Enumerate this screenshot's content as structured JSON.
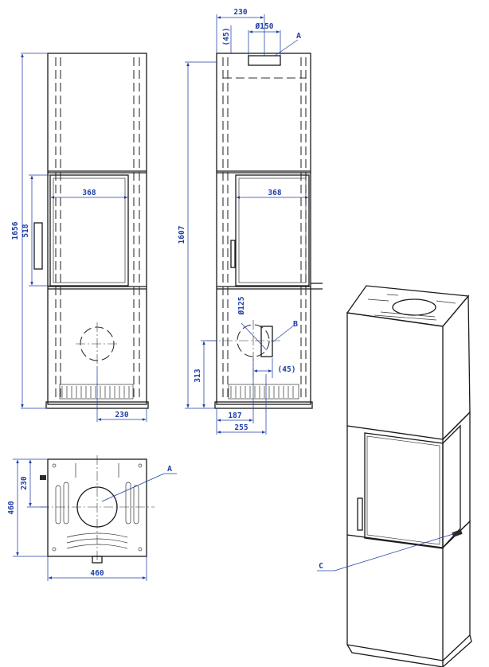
{
  "dimensions": {
    "front_height": "1656",
    "front_door_height": "518",
    "front_door_width": "368",
    "front_flue_offset": "230",
    "side_top_width": "230",
    "side_top_offset": "(45)",
    "side_flue_diameter": "Ø150",
    "side_height": "1607",
    "side_door_width": "368",
    "side_rear_flue_diameter": "Ø125",
    "side_rear_offset": "(45)",
    "side_rear_height": "313",
    "side_bottom_187": "187",
    "side_bottom_255": "255",
    "plan_depth": "460",
    "plan_offset": "230",
    "plan_width": "460"
  },
  "labels": {
    "top_outlet": "A",
    "rear_outlet": "B",
    "plan_outlet": "A",
    "iso_detail": "C"
  }
}
